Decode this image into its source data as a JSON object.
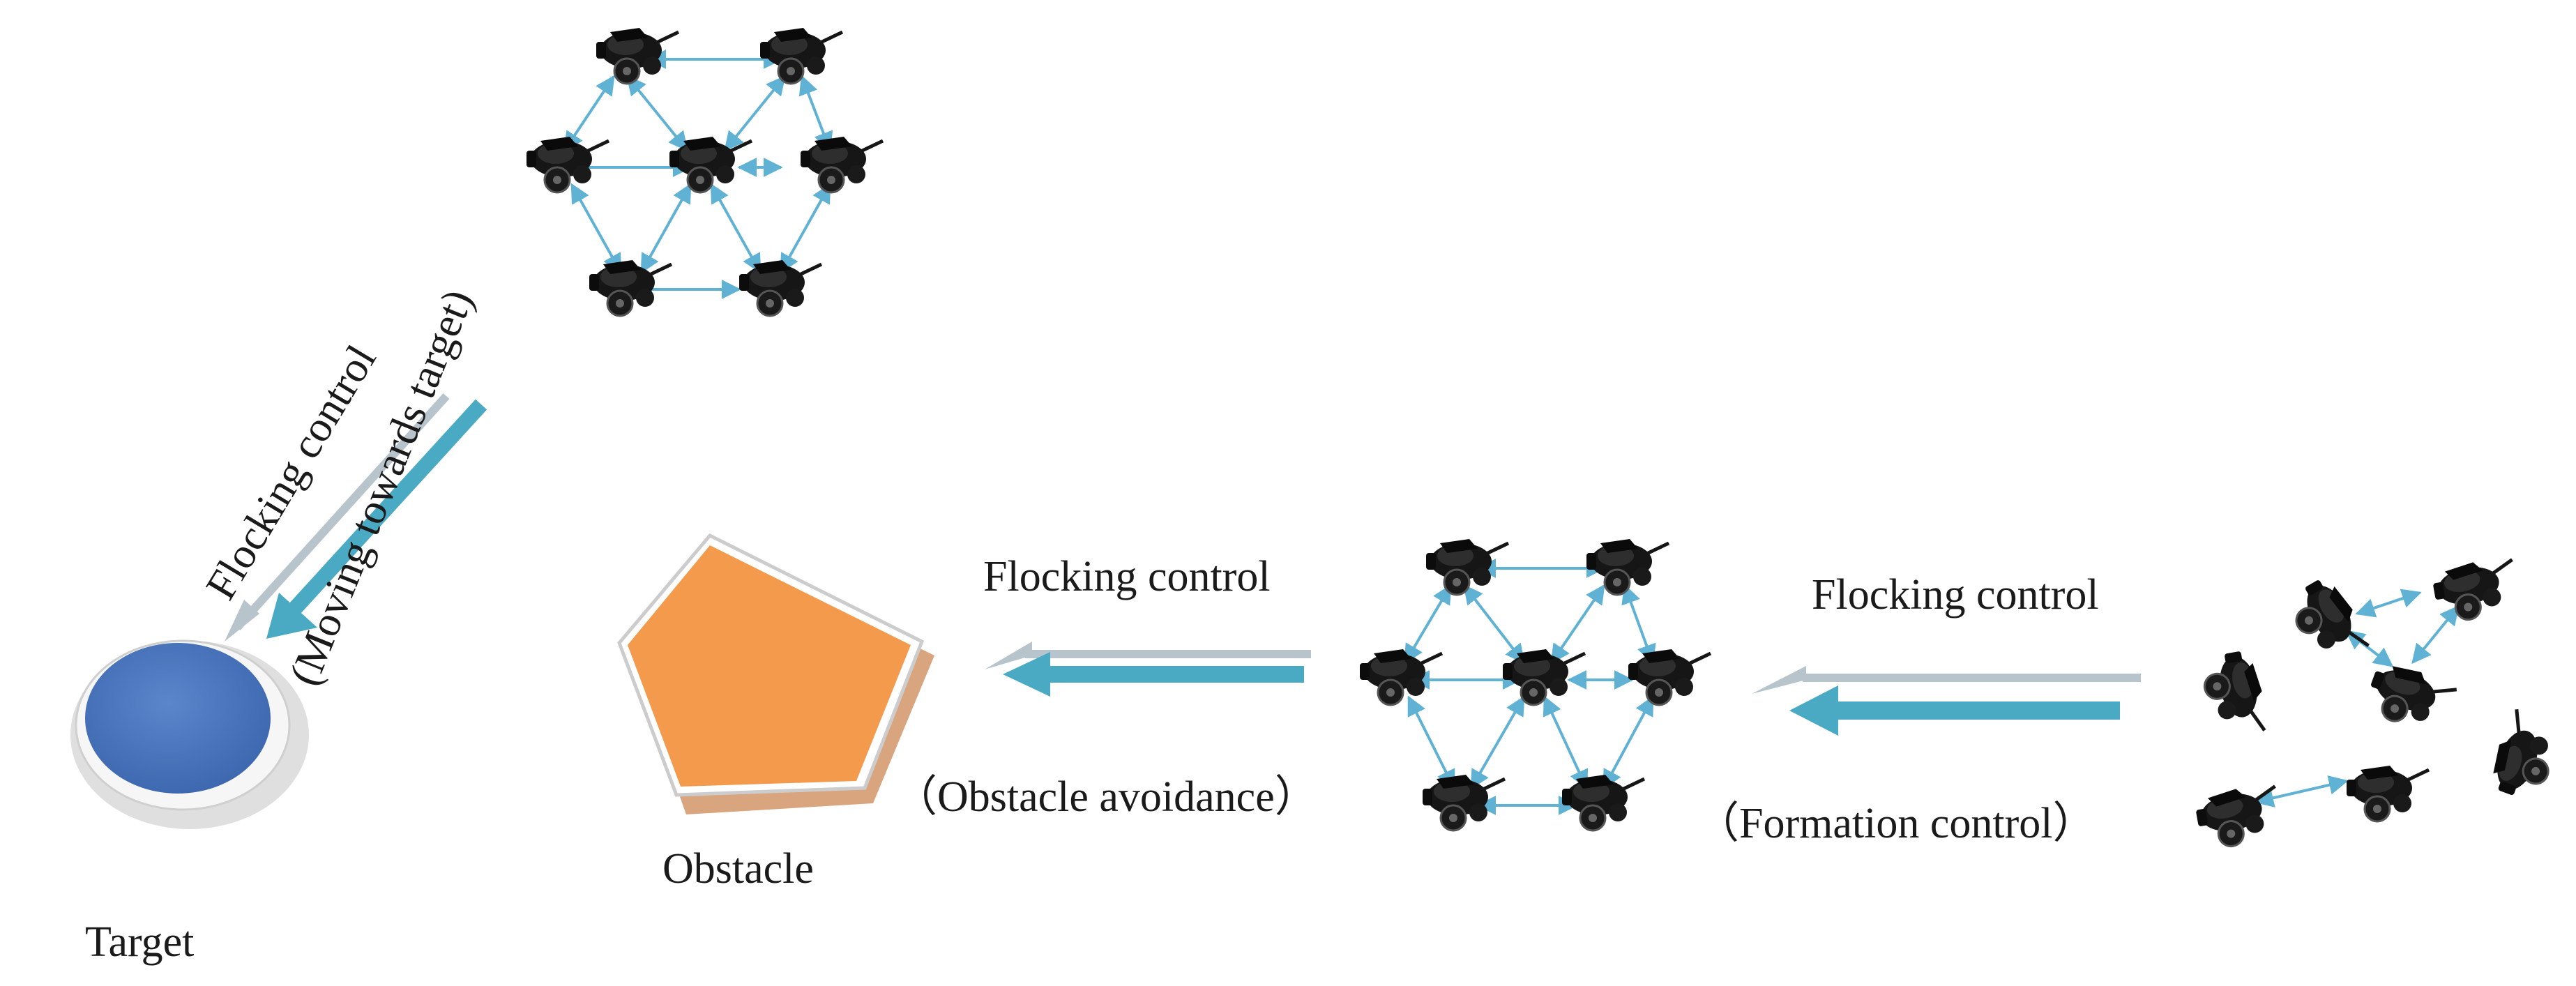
{
  "labels": {
    "target": "Target",
    "obstacle": "Obstacle",
    "flock_to_target": "Flocking control",
    "moving_towards_target": "(Moving towards target)",
    "flock_to_obstacle": "Flocking control",
    "obstacle_avoidance": "（Obstacle avoidance）",
    "flock_formation": "Flocking control",
    "formation_control": "（Formation control）"
  },
  "colors": {
    "target_fill": "#4a77bf",
    "obstacle_fill": "#f39a4c",
    "arrow_main": "#4aaac4",
    "link": "#5fb2d3",
    "robot": "#161616"
  },
  "icons": {
    "robot": "mobile-robot-icon",
    "target": "target-disc-icon",
    "obstacle": "pentagon-obstacle-icon"
  }
}
